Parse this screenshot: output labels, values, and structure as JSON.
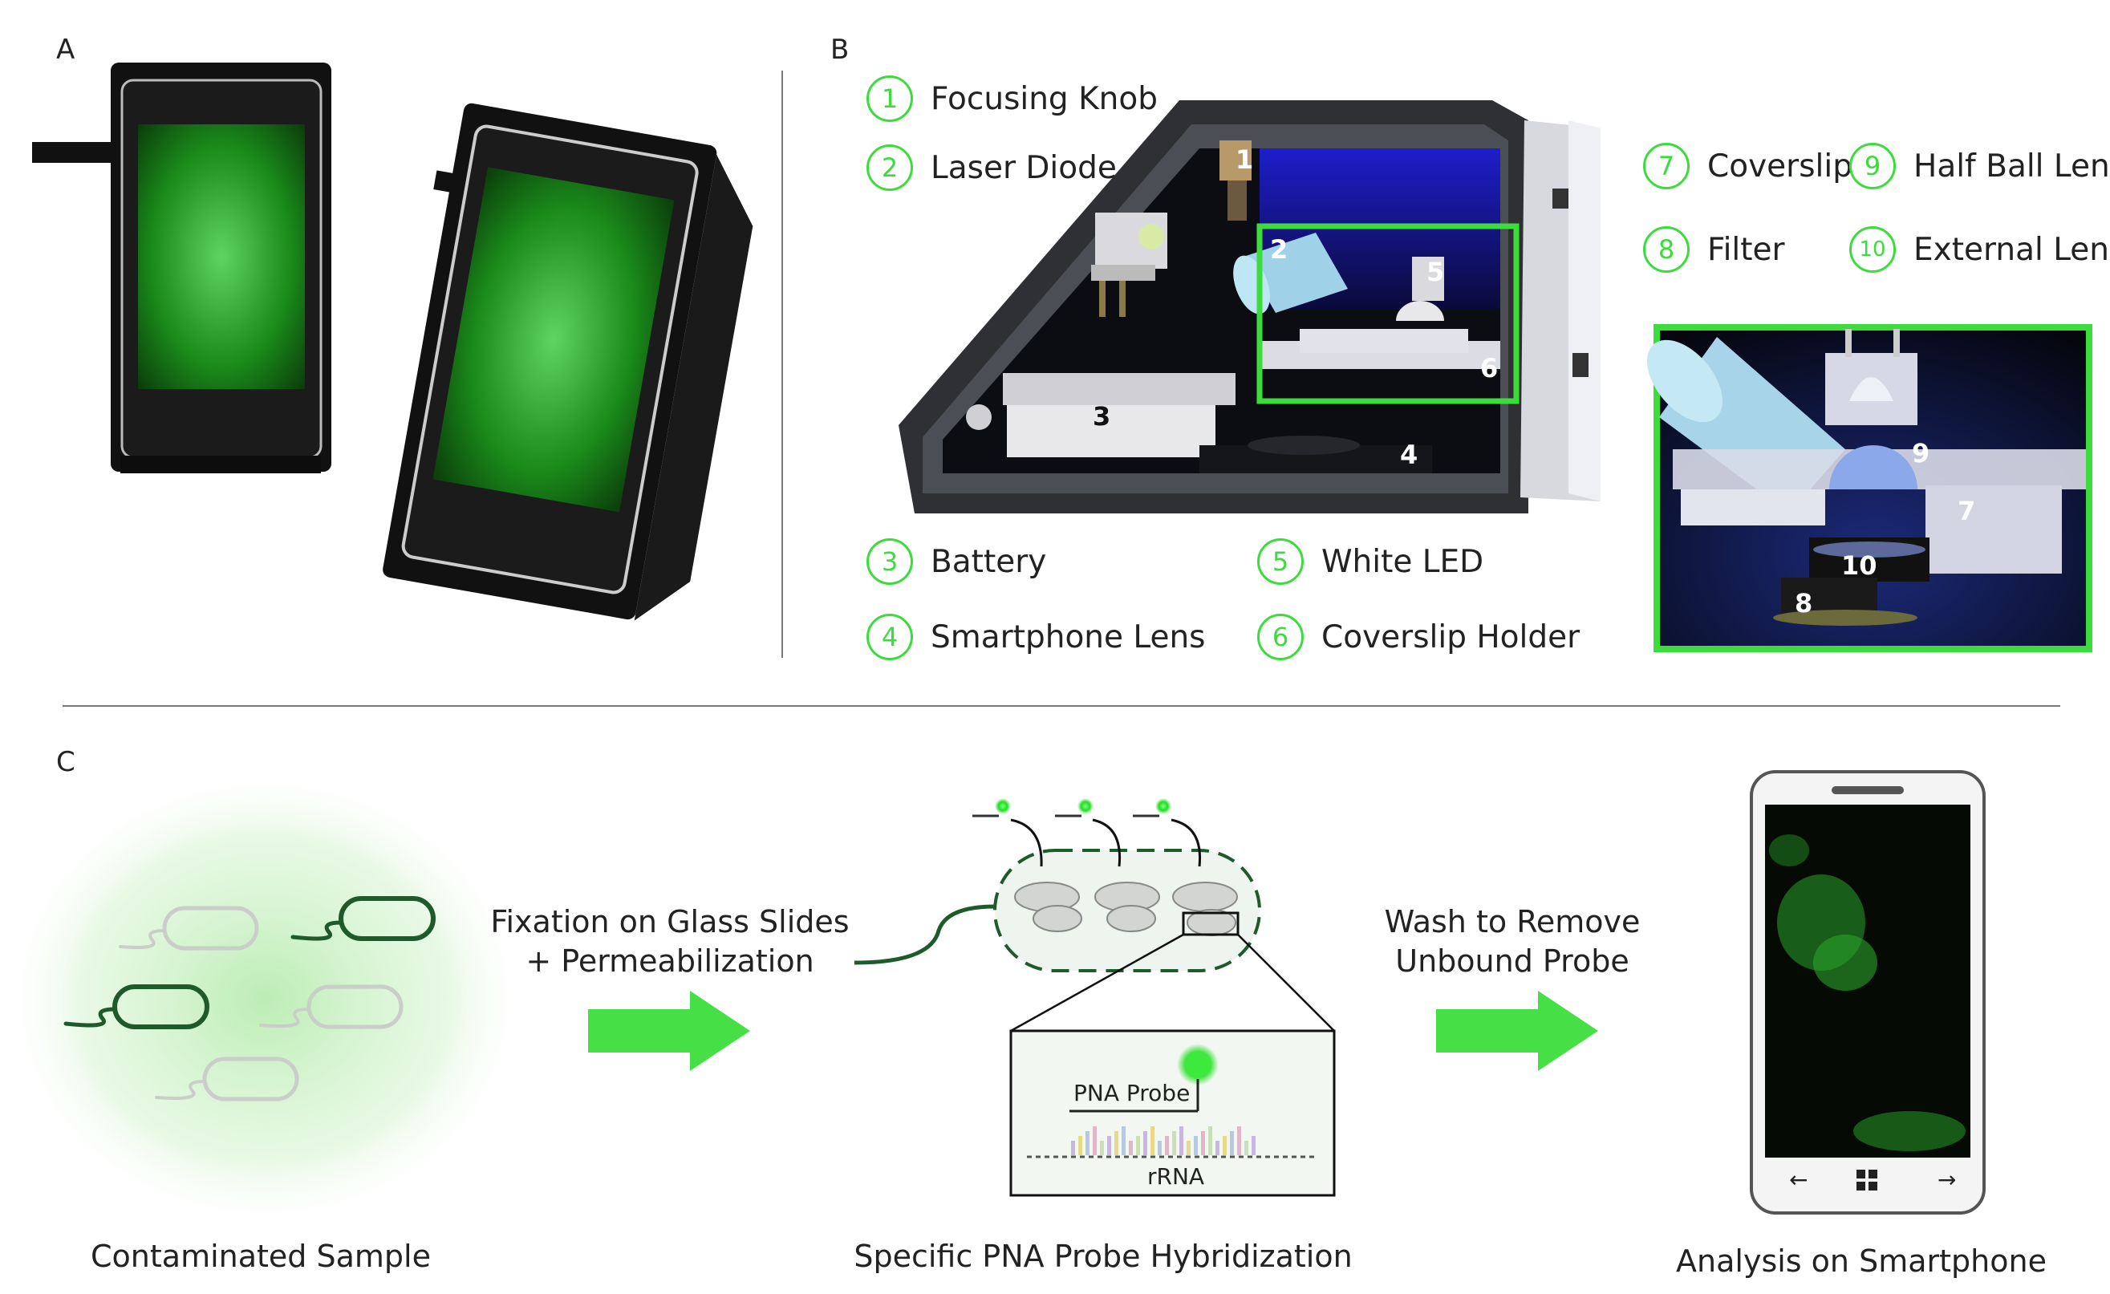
{
  "panels": {
    "a": "A",
    "b": "B",
    "c": "C"
  },
  "legend": [
    {
      "num": "1",
      "label": "Focusing Knob"
    },
    {
      "num": "2",
      "label": "Laser Diode"
    },
    {
      "num": "3",
      "label": "Battery"
    },
    {
      "num": "4",
      "label": "Smartphone Lens"
    },
    {
      "num": "5",
      "label": "White LED"
    },
    {
      "num": "6",
      "label": "Coverslip Holder"
    },
    {
      "num": "7",
      "label": "Coverslip"
    },
    {
      "num": "8",
      "label": "Filter"
    },
    {
      "num": "9",
      "label": "Half Ball Lens"
    },
    {
      "num": "10",
      "label": "External Lens"
    }
  ],
  "device_numbers": [
    "1",
    "2",
    "3",
    "4",
    "5",
    "6"
  ],
  "inset_numbers": [
    "9",
    "7",
    "10",
    "8"
  ],
  "steps": {
    "sample": "Contaminated Sample",
    "fixation_line1": "Fixation on Glass Slides",
    "fixation_line2": "+ Permeabilization",
    "hybridization": "Specific PNA Probe Hybridization",
    "wash_line1": "Wash to Remove",
    "wash_line2": "Unbound Probe",
    "analysis": "Analysis on Smartphone"
  },
  "probe_labels": {
    "probe": "PNA Probe",
    "rrna": "rRNA"
  },
  "colors": {
    "accent": "#3ddc3d",
    "dark_green": "#1f5a2a",
    "laser_blue": "#2a2ad8",
    "phone_screen": "#0c2a0c"
  }
}
